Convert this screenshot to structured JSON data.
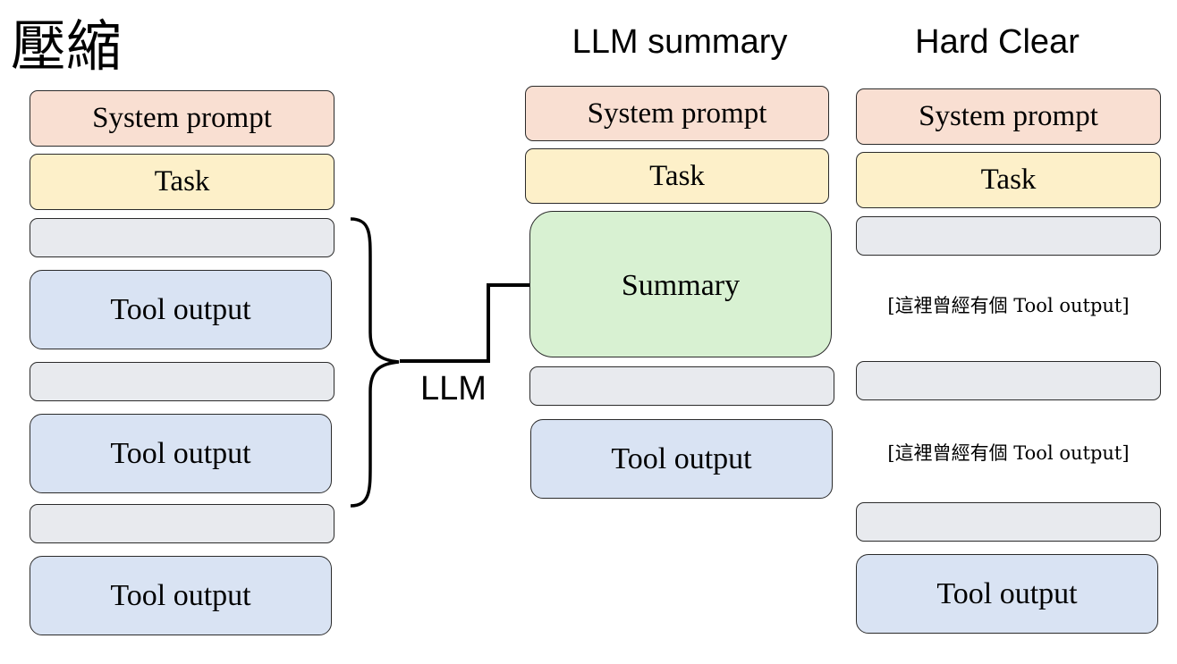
{
  "title": "壓縮",
  "columns": {
    "llm_summary": {
      "title": "LLM summary"
    },
    "hard_clear": {
      "title": "Hard Clear"
    }
  },
  "blocks": {
    "system_prompt": "System prompt",
    "task": "Task",
    "tool_output": "Tool output",
    "summary": "Summary",
    "cleared_placeholder": "[這裡曾經有個 Tool output]"
  },
  "arrow_label": "LLM",
  "colors": {
    "system_prompt": "#f9dfd2",
    "task": "#fdf0c9",
    "message": "#e8eaee",
    "tool_output": "#d9e3f3",
    "summary": "#d8f1d2"
  }
}
